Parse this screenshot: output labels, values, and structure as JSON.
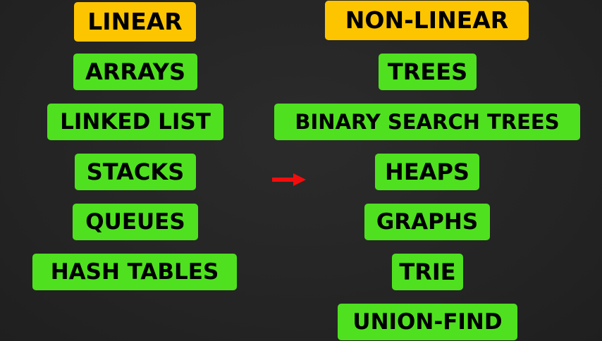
{
  "colors": {
    "background": "#262626",
    "heading_fill": "#fdc500",
    "item_fill": "#4fe11f",
    "text": "#000000",
    "arrow": "#f20d0d"
  },
  "linear": {
    "heading": "LINEAR",
    "items": [
      "ARRAYS",
      "LINKED LIST",
      "STACKS",
      "QUEUES",
      "HASH TABLES"
    ]
  },
  "arrow_icon": "arrow-right-icon",
  "non_linear": {
    "heading": "NON-LINEAR",
    "items": [
      "TREES",
      "BINARY SEARCH TREES",
      "HEAPS",
      "GRAPHS",
      "TRIE",
      "UNION-FIND"
    ]
  }
}
